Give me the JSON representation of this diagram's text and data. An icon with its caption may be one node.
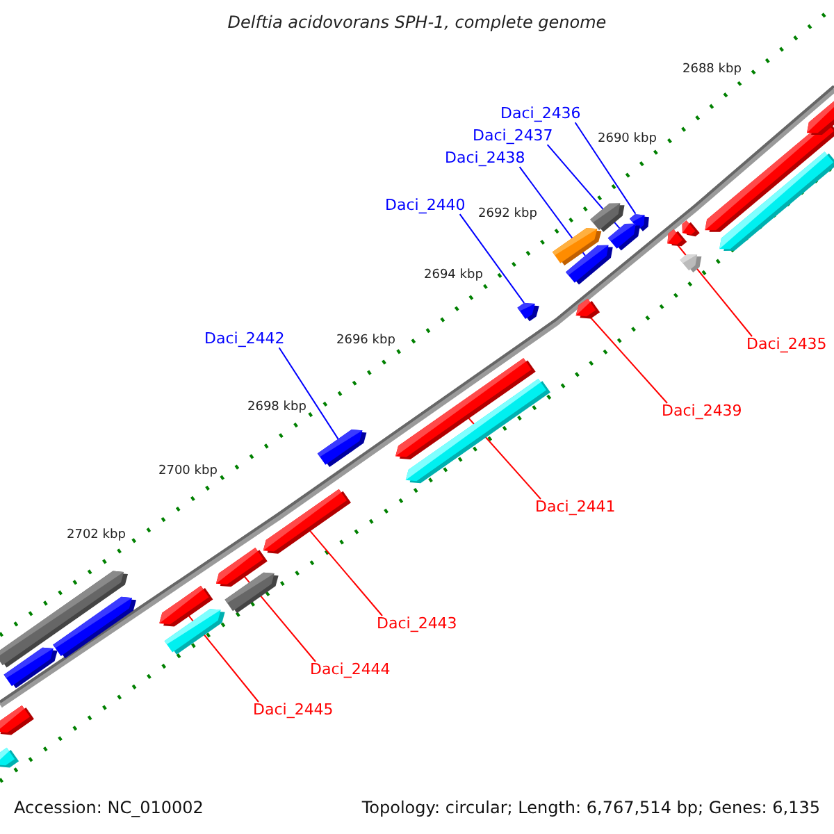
{
  "diagram": {
    "title": "Delftia acidovorans SPH-1, complete genome",
    "nodes": [
      {
        "text": [
          "Daci_2436"
        ]
      },
      {
        "text": [
          "Daci_2437"
        ]
      },
      {
        "text": [
          "Daci_2438"
        ]
      },
      {
        "text": [
          "Daci_2440"
        ]
      },
      {
        "text": [
          "Daci_2435"
        ]
      },
      {
        "text": [
          "Daci_2439"
        ]
      },
      {
        "text": [
          "Daci_2442"
        ]
      },
      {
        "text": [
          "Daci_2441"
        ]
      },
      {
        "text": [
          "Daci_2443"
        ]
      },
      {
        "text": [
          "Daci_2444"
        ]
      },
      {
        "text": [
          "Daci_2445"
        ]
      },
      {
        "text": [],
        "shape": "bar"
      },
      {
        "text": [],
        "shape": "bar"
      },
      {
        "text": [],
        "shape": "bar"
      },
      {
        "text": [],
        "shape": "bar"
      },
      {
        "text": [],
        "shape": "bar"
      },
      {
        "text": [],
        "shape": "bar"
      },
      {
        "text": [],
        "shape": "bar"
      },
      {
        "text": [],
        "shape": "bar"
      },
      {
        "text": [],
        "shape": "bar"
      },
      {
        "text": [],
        "shape": "bar"
      },
      {
        "text": [],
        "shape": "bar"
      },
      {
        "text": [],
        "shape": "bar"
      },
      {
        "text": [],
        "shape": "bar"
      },
      {
        "text": [],
        "shape": "bar"
      },
      {
        "text": [],
        "shape": "bar"
      },
      {
        "text": [],
        "shape": "bar"
      },
      {
        "text": [],
        "shape": "bar"
      },
      {
        "text": [],
        "shape": "bar"
      },
      {
        "text": [],
        "shape": "bar"
      },
      {
        "text": [],
        "shape": "bar"
      },
      {
        "text": [],
        "shape": "bar"
      },
      {
        "text": [],
        "shape": "bar"
      },
      {
        "text": [],
        "shape": "bar"
      },
      {
        "text": [],
        "shape": "bar"
      },
      {
        "text": [],
        "shape": "bar"
      },
      {
        "text": [],
        "shape": "bar"
      }
    ],
    "edges": [
      {
        "from": 0,
        "to": 11,
        "arrow": "none",
        "color": "#0000ff"
      },
      {
        "from": 1,
        "to": 12,
        "arrow": "none",
        "color": "#0000ff"
      },
      {
        "from": 2,
        "to": 13,
        "arrow": "none",
        "color": "#0000ff"
      },
      {
        "from": 3,
        "to": 14,
        "arrow": "none",
        "color": "#0000ff"
      },
      {
        "from": 4,
        "to": 15,
        "arrow": "none",
        "color": "#ff0000"
      },
      {
        "from": 5,
        "to": 16,
        "arrow": "none",
        "color": "#ff0000"
      },
      {
        "from": 6,
        "to": 17,
        "arrow": "none",
        "color": "#0000ff"
      },
      {
        "from": 7,
        "to": 18,
        "arrow": "none",
        "color": "#ff0000"
      },
      {
        "from": 8,
        "to": 19,
        "arrow": "none",
        "color": "#ff0000"
      },
      {
        "from": 9,
        "to": 20,
        "arrow": "none",
        "color": "#ff0000"
      },
      {
        "from": 10,
        "to": 21,
        "arrow": "none",
        "color": "#ff0000"
      }
    ],
    "labels": [
      "2688 kbp",
      "2690 kbp",
      "2692 kbp",
      "2694 kbp",
      "2696 kbp",
      "2698 kbp",
      "2700 kbp",
      "2702 kbp",
      "Accession: NC_010002",
      "Topology: circular; Length: 6,767,514 bp; Genes: 6,135"
    ]
  }
}
